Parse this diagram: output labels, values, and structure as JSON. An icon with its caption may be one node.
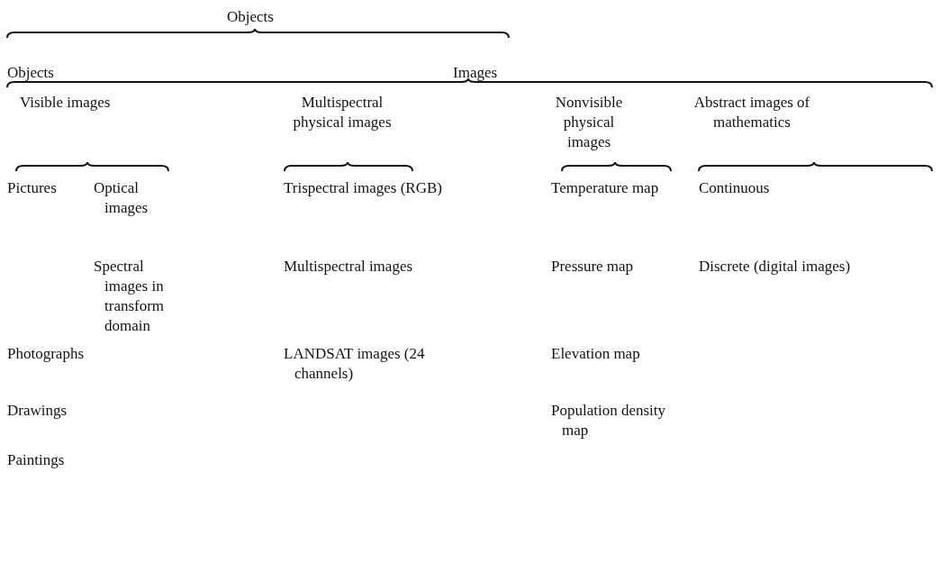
{
  "diagram": {
    "labels": [
      "Objects",
      "Objects",
      "Images",
      "Visible images",
      "Multispectral physical images",
      "Nonvisible physical images",
      "Abstract images of mathematics",
      "Pictures",
      "Optical images",
      "Trispectral images (RGB)",
      "Temperature map",
      "Continuous",
      "Spectral images in transform domain",
      "Multispectral images",
      "Pressure map",
      "Discrete (digital images)",
      "Photographs",
      "LANDSAT images (24 channels)",
      "Elevation map",
      "Drawings",
      "Population density map",
      "Paintings"
    ]
  }
}
